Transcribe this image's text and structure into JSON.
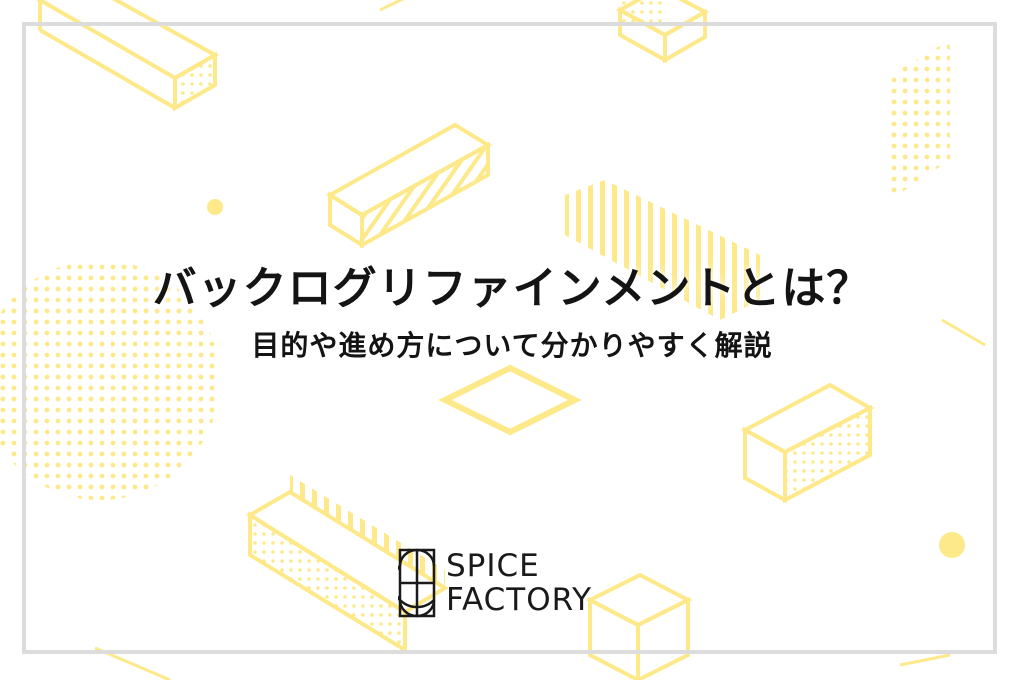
{
  "title": "バックログリファインメントとは？",
  "subtitle": "目的や進め方について分かりやすく解説",
  "logo": {
    "line1": "SPICE",
    "line2": "FACTORY"
  },
  "colors": {
    "accent": "#fde98a",
    "frame": "#dcdcdc",
    "text": "#141414"
  },
  "icons": {
    "logo_mark": "spice-factory-logo-mark"
  }
}
